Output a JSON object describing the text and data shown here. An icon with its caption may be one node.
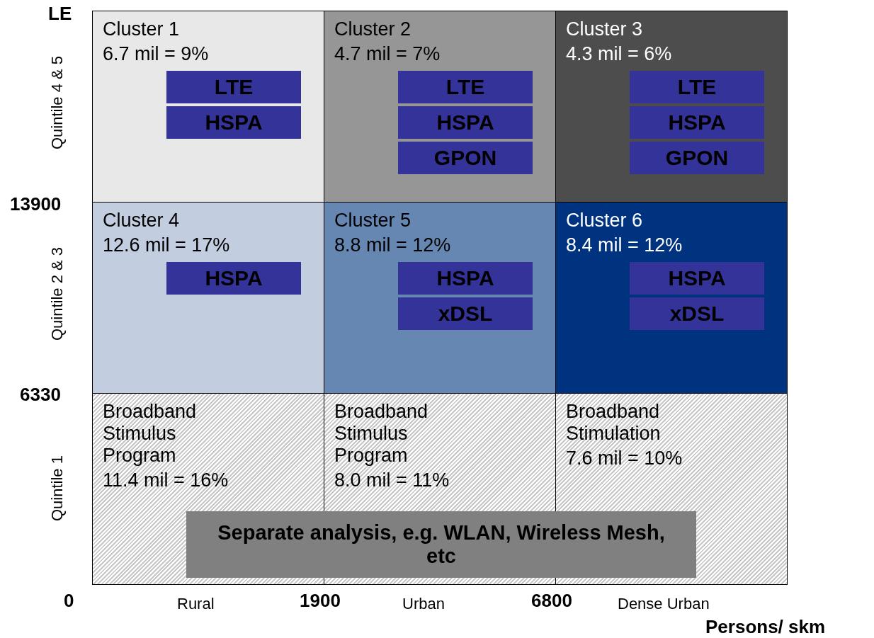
{
  "diagram": {
    "nodes": [
      {
        "text": [
          "Cluster 1",
          "6.7 mil = 9%"
        ]
      },
      {
        "text": [
          "LTE"
        ],
        "in": 0
      },
      {
        "text": [
          "HSPA"
        ],
        "in": 0
      },
      {
        "text": [
          "Cluster 2",
          "4.7 mil = 7%"
        ]
      },
      {
        "text": [
          "LTE"
        ],
        "in": 3
      },
      {
        "text": [
          "HSPA"
        ],
        "in": 3
      },
      {
        "text": [
          "GPON"
        ],
        "in": 3
      },
      {
        "text": [
          "Cluster 3",
          "4.3 mil = 6%"
        ]
      },
      {
        "text": [
          "LTE"
        ],
        "in": 7
      },
      {
        "text": [
          "HSPA"
        ],
        "in": 7
      },
      {
        "text": [
          "GPON"
        ],
        "in": 7
      },
      {
        "text": [
          "Cluster 4",
          "12.6 mil = 17%"
        ]
      },
      {
        "text": [
          "HSPA"
        ],
        "in": 11
      },
      {
        "text": [
          "Cluster 5",
          "8.8 mil = 12%"
        ]
      },
      {
        "text": [
          "HSPA"
        ],
        "in": 13
      },
      {
        "text": [
          "xDSL"
        ],
        "in": 13
      },
      {
        "text": [
          "Cluster 6",
          "8.4 mil = 12%"
        ]
      },
      {
        "text": [
          "HSPA"
        ],
        "in": 16
      },
      {
        "text": [
          "xDSL"
        ],
        "in": 16
      },
      {
        "text": [
          "Broadband Stimulus Program",
          "11.4 mil = 16%"
        ]
      },
      {
        "text": [
          "Broadband Stimulus Program",
          "8.0 mil = 11%"
        ]
      },
      {
        "text": [
          "Broadband Stimulation",
          "7.6 mil = 10%"
        ]
      },
      {
        "text": [
          "Separate analysis, e.g. WLAN, Wireless Mesh, etc"
        ]
      }
    ],
    "labels": [
      "LE",
      "Quintile 4 & 5",
      "13900",
      "Quintile 2 & 3",
      "6330",
      "Quintile 1",
      "0",
      "Rural",
      "1900",
      "Urban",
      "6800",
      "Dense Urban",
      "Persons/ skm"
    ]
  }
}
